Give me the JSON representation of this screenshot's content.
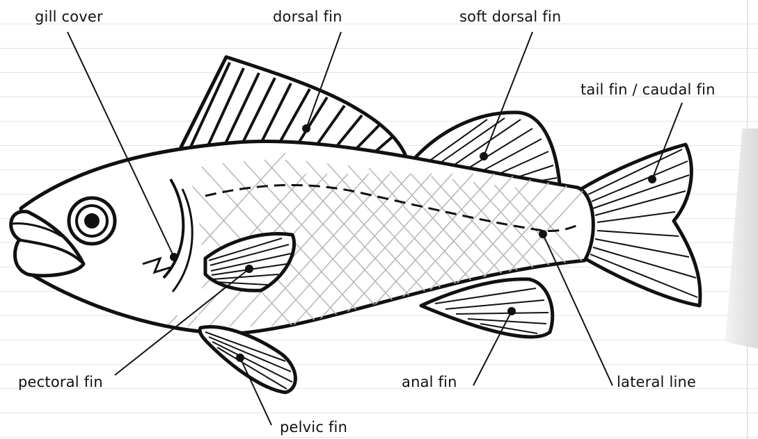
{
  "labels": {
    "gill_cover": "gill cover",
    "dorsal_fin": "dorsal fin",
    "soft_dorsal_fin": "soft dorsal fin",
    "tail_fin": "tail fin / caudal fin",
    "pectoral_fin": "pectoral fin",
    "anal_fin": "anal fin",
    "lateral_line": "lateral line",
    "pelvic_fin": "pelvic fin"
  },
  "colors": {
    "outline": "#111111",
    "scales": "#b9b9b9",
    "paper_lines": "#dfe6ee"
  }
}
